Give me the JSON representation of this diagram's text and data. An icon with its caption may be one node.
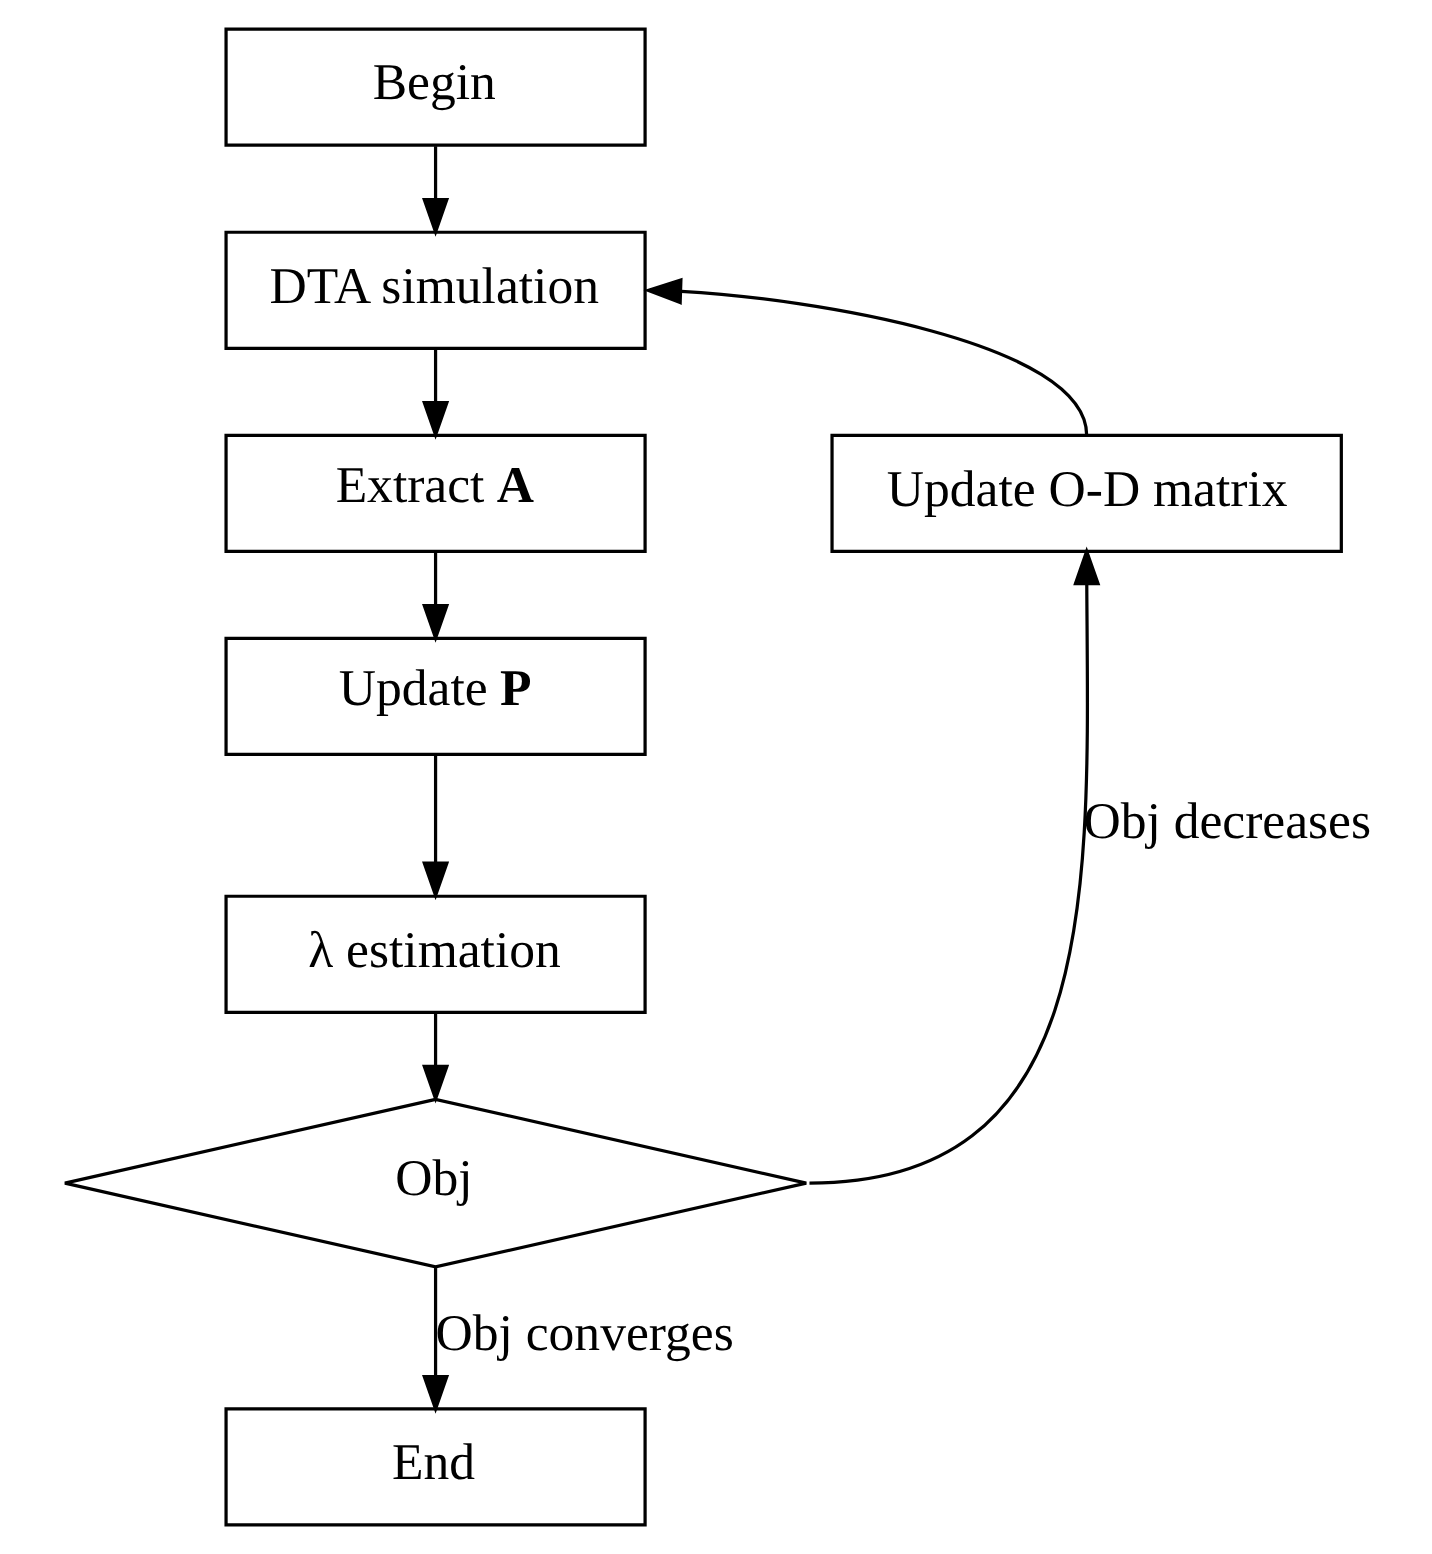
{
  "diagram": {
    "nodes": [
      {
        "text": [
          "Begin"
        ]
      },
      {
        "text": [
          "DTA simulation"
        ]
      },
      {
        "text": [
          "Extract **A**"
        ]
      },
      {
        "text": [
          "Update **P**"
        ]
      },
      {
        "text": [
          "λ estimation"
        ]
      },
      {
        "text": [
          "Obj"
        ]
      },
      {
        "text": [
          "End"
        ]
      },
      {
        "text": [
          "Update O-D matrix"
        ]
      }
    ],
    "edges": [
      {
        "from": 0,
        "to": 1,
        "arrow": "to"
      },
      {
        "from": 1,
        "to": 2,
        "arrow": "to"
      },
      {
        "from": 2,
        "to": 3,
        "arrow": "to"
      },
      {
        "from": 3,
        "to": 4,
        "arrow": "to"
      },
      {
        "from": 4,
        "to": 5,
        "arrow": "to"
      },
      {
        "from": 5,
        "to": 6,
        "label": "Obj converges",
        "arrow": "to"
      },
      {
        "from": 5,
        "to": 7,
        "label": "Obj decreases",
        "arrow": "to"
      },
      {
        "from": 7,
        "to": 1,
        "arrow": "to"
      }
    ]
  }
}
